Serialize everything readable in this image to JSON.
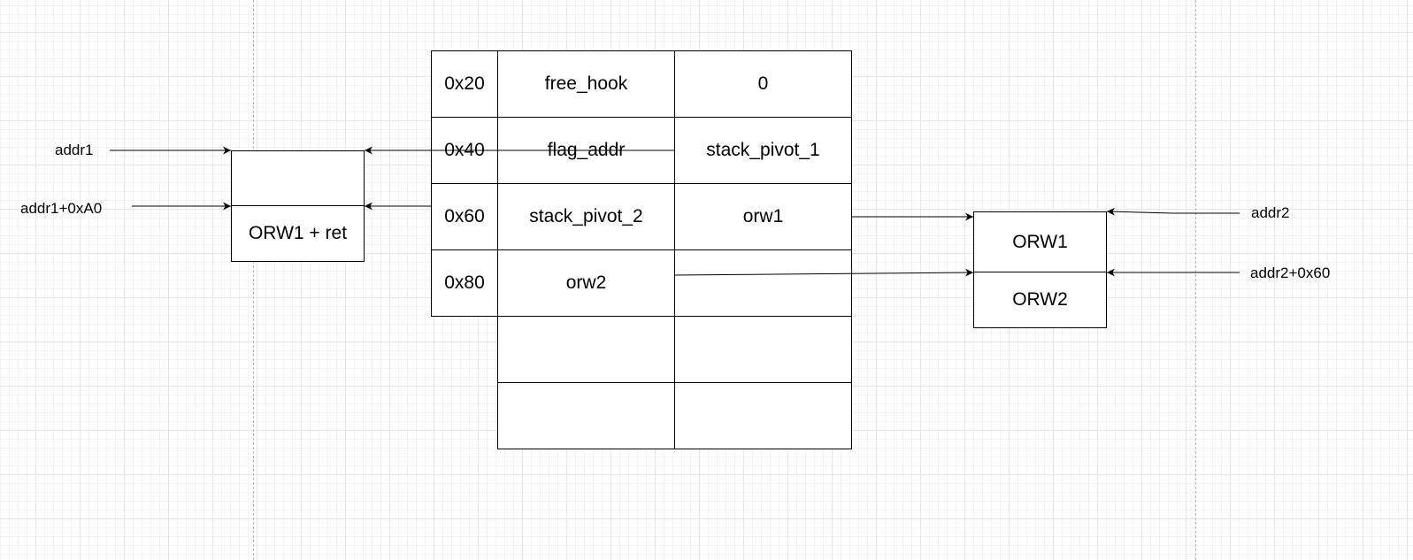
{
  "table": {
    "offsets": [
      "0x20",
      "0x40",
      "0x60",
      "0x80"
    ],
    "rows": [
      {
        "left": "free_hook",
        "right": "0"
      },
      {
        "left": "flag_addr",
        "right": "stack_pivot_1"
      },
      {
        "left": "stack_pivot_2",
        "right": "orw1"
      },
      {
        "left": "orw2",
        "right": ""
      },
      {
        "left": "",
        "right": ""
      },
      {
        "left": "",
        "right": ""
      }
    ]
  },
  "left_block": {
    "top_label": "",
    "bottom_label": "ORW1 + ret",
    "inputs": [
      "addr1",
      "addr1+0xA0"
    ]
  },
  "right_block": {
    "top_label": "ORW1",
    "bottom_label": "ORW2",
    "inputs": [
      "addr2",
      "addr2+0x60"
    ]
  }
}
